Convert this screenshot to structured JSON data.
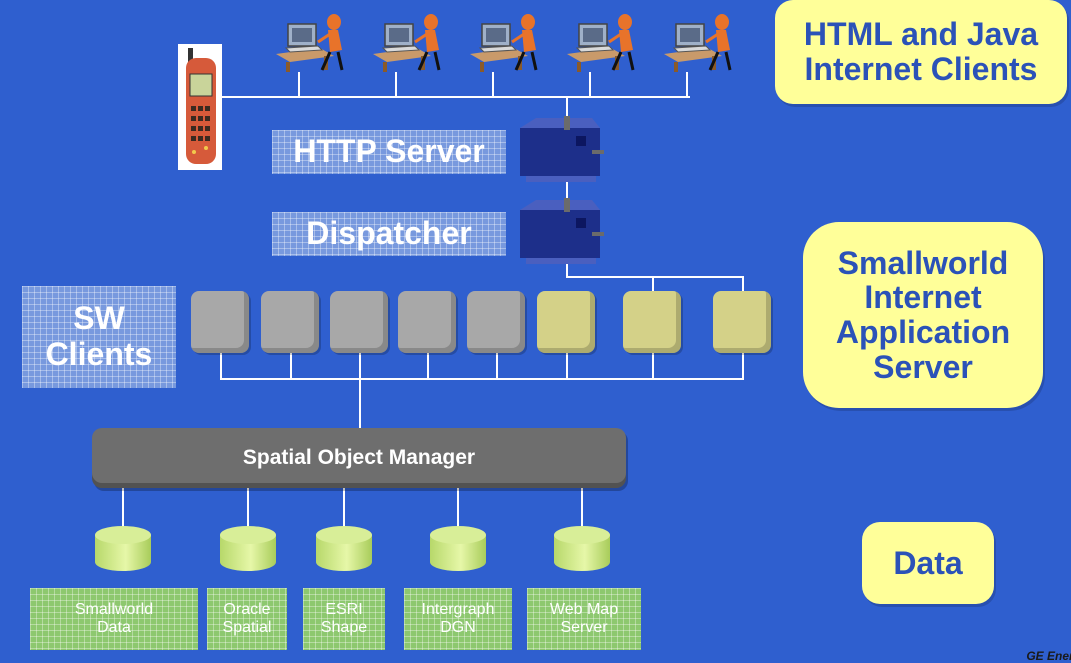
{
  "callouts": {
    "internet_clients": "HTML and Java\nInternet Clients",
    "app_server": "Smallworld\nInternet\nApplication\nServer",
    "data": "Data"
  },
  "servers": {
    "http": "HTTP Server",
    "dispatcher": "Dispatcher"
  },
  "sw_clients": "SW\nClients",
  "spatial_object_manager": "Spatial Object Manager",
  "data_sources": [
    "Smallworld\nData",
    "Oracle\nSpatial",
    "ESRI\nShape",
    "Intergraph\nDGN",
    "Web Map\nServer"
  ],
  "footer": "GE Energ",
  "colors": {
    "background": "#2f5fcf",
    "callout": "#ffff99",
    "callout_text": "#2b52b8",
    "client_process": "#a8a8a8",
    "app_process": "#d4d188",
    "database": "#c9e688",
    "data_label": "#8dc86f"
  },
  "icons": [
    "computer-user-icon",
    "mobile-phone-icon",
    "server-icon",
    "database-icon"
  ]
}
